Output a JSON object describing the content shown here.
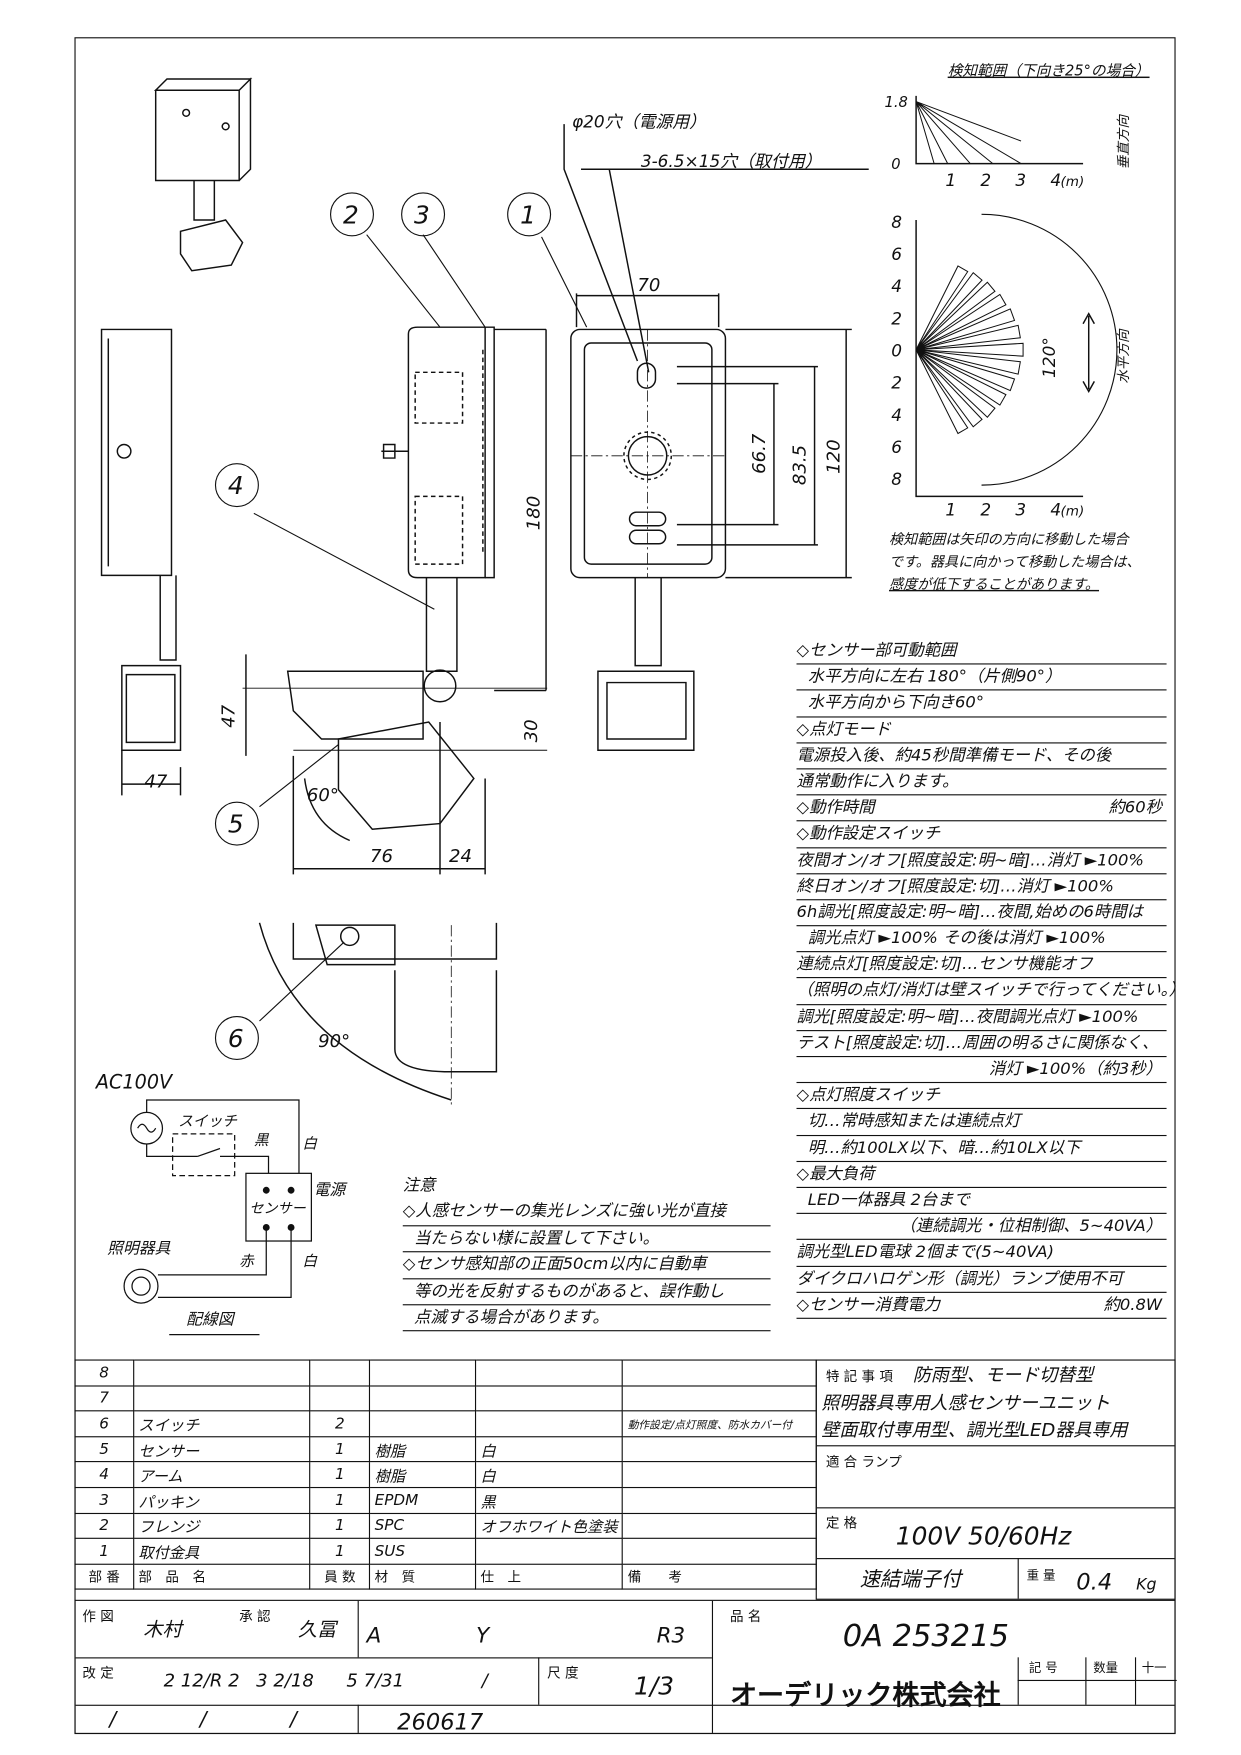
{
  "detection": {
    "vertical_title": "検知範囲（下向き25°の場合）",
    "vertical_y_ticks": [
      "1.8",
      "0"
    ],
    "x_ticks": [
      "1",
      "2",
      "3",
      "4",
      "(m)"
    ],
    "vertical_label": "垂直方向",
    "horizontal_y_ticks": [
      "8",
      "6",
      "4",
      "2",
      "0",
      "2",
      "4",
      "6",
      "8"
    ],
    "horizontal_label": "水平方向",
    "angle_label": "120°",
    "note": [
      "検知範囲は矢印の方向に移動した場合",
      "です。器具に向かって移動した場合は、",
      "感度が低下することがあります。"
    ]
  },
  "drawing": {
    "callouts": [
      "1",
      "2",
      "3",
      "4",
      "5",
      "6"
    ],
    "hole_power": "φ20穴（電源用）",
    "hole_mount": "3-6.5×15穴（取付用）",
    "dimensions": {
      "w70": "70",
      "d180": "180",
      "d120": "120",
      "d83": "83.5",
      "d66": "66.7",
      "d47a": "47",
      "d47b": "47",
      "d30": "30",
      "d76": "76",
      "d24": "24",
      "a60": "60°",
      "a90": "90°"
    }
  },
  "wiring": {
    "supply": "AC100V",
    "switch": "スイッチ",
    "black": "黒",
    "white1": "白",
    "power": "電源",
    "sensor": "センサー",
    "fixture": "照明器具",
    "red": "赤",
    "white2": "白",
    "title": "配線図"
  },
  "notes": {
    "title": "注意",
    "lines": [
      "◇人感センサーの集光レンズに強い光が直接",
      "当たらない様に設置して下さい。",
      "◇センサ感知部の正面50cm以内に自動車",
      "等の光を反射するものがあると、誤作動し",
      "点滅する場合があります。"
    ]
  },
  "spec": [
    {
      "text": "◇センサー部可動範囲"
    },
    {
      "text": "水平方向に左右 180°（片側90°）",
      "indent": true
    },
    {
      "text": "水平方向から下向き60°",
      "indent": true
    },
    {
      "text": "◇点灯モード"
    },
    {
      "text": "電源投入後、約45秒間準備モード、その後"
    },
    {
      "text": "通常動作に入ります。"
    },
    {
      "text": "◇動作時間",
      "right": "約60秒"
    },
    {
      "text": "◇動作設定スイッチ"
    },
    {
      "text": "夜間オン/オフ[照度設定:明~暗]…消灯 ►100%"
    },
    {
      "text": "終日オン/オフ[照度設定:切]…消灯 ►100%"
    },
    {
      "text": "6h調光[照度設定:明~暗]…夜間,始めの6時間は"
    },
    {
      "text": "調光点灯 ►100%  その後は消灯 ►100%",
      "indent": true
    },
    {
      "text": "連続点灯[照度設定:切]…センサ機能オフ"
    },
    {
      "text": "（照明の点灯/消灯は壁スイッチで行ってください。）"
    },
    {
      "text": "調光[照度設定:明~暗]…夜間調光点灯 ►100%"
    },
    {
      "text": "テスト[照度設定:切]…周囲の明るさに関係なく、"
    },
    {
      "text": "",
      "right": "消灯 ►100%（約3秒）"
    },
    {
      "text": "◇点灯照度スイッチ"
    },
    {
      "text": "切…常時感知または連続点灯",
      "indent": true
    },
    {
      "text": "明…約100LX以下、暗…約10LX以下",
      "indent": true
    },
    {
      "text": "◇最大負荷"
    },
    {
      "text": "LED一体器具  2台まで",
      "indent": true
    },
    {
      "text": "",
      "right": "（連続調光・位相制御、5~40VA）"
    },
    {
      "text": "調光型LED電球 2個まで(5~40VA)"
    },
    {
      "text": "ダイクロハロゲン形（調光）ランプ使用不可"
    },
    {
      "text": "◇センサー消費電力",
      "right": "約0.8W"
    }
  ],
  "parts": {
    "header": [
      "部 番",
      "部　品　名",
      "員 数",
      "材　質",
      "仕　上",
      "備　　考"
    ],
    "rows": [
      [
        "8",
        "",
        "",
        "",
        "",
        ""
      ],
      [
        "7",
        "",
        "",
        "",
        "",
        ""
      ],
      [
        "6",
        "スイッチ",
        "2",
        "",
        "",
        "動作設定/点灯照度、防水カバー付"
      ],
      [
        "5",
        "センサー",
        "1",
        "樹脂",
        "白",
        ""
      ],
      [
        "4",
        "アーム",
        "1",
        "樹脂",
        "白",
        ""
      ],
      [
        "3",
        "パッキン",
        "1",
        "EPDM",
        "黒",
        ""
      ],
      [
        "2",
        "フレンジ",
        "1",
        "SPC",
        "オフホワイト色塗装",
        ""
      ],
      [
        "1",
        "取付金具",
        "1",
        "SUS",
        "",
        ""
      ]
    ]
  },
  "info": {
    "special_label": "特 記 事 項",
    "special": [
      "防雨型、モード切替型",
      "照明器具専用人感センサーユニット",
      "壁面取付専用型、調光型LED器具専用"
    ],
    "lamp_label": "適 合 ランプ",
    "rating_label": "定 格",
    "rating": "100V 50/60Hz",
    "terminal": "速結端子付",
    "weight_label": "重 量",
    "weight": "0.4",
    "weight_unit": "Kg"
  },
  "title_block": {
    "drawn_label": "作 図",
    "drawn": "木村",
    "approved_label": "承 認",
    "approved": "久冨",
    "grade_a": "A",
    "grade_y": "Y",
    "rev_code": "R3",
    "product_label": "品 名",
    "product": "0A 253215",
    "revision_label": "改 定",
    "revisions": [
      "2 12/R 2",
      "3 2/18",
      "5 7/31",
      "/"
    ],
    "scale_label": "尺 度",
    "scale": "1/3",
    "company": "オーデリック株式会社",
    "symbol_label": "記 号",
    "qty_label": "数量",
    "mark": "十一",
    "slashes": [
      "/",
      "/",
      "/"
    ],
    "drawing_no": "260617"
  }
}
